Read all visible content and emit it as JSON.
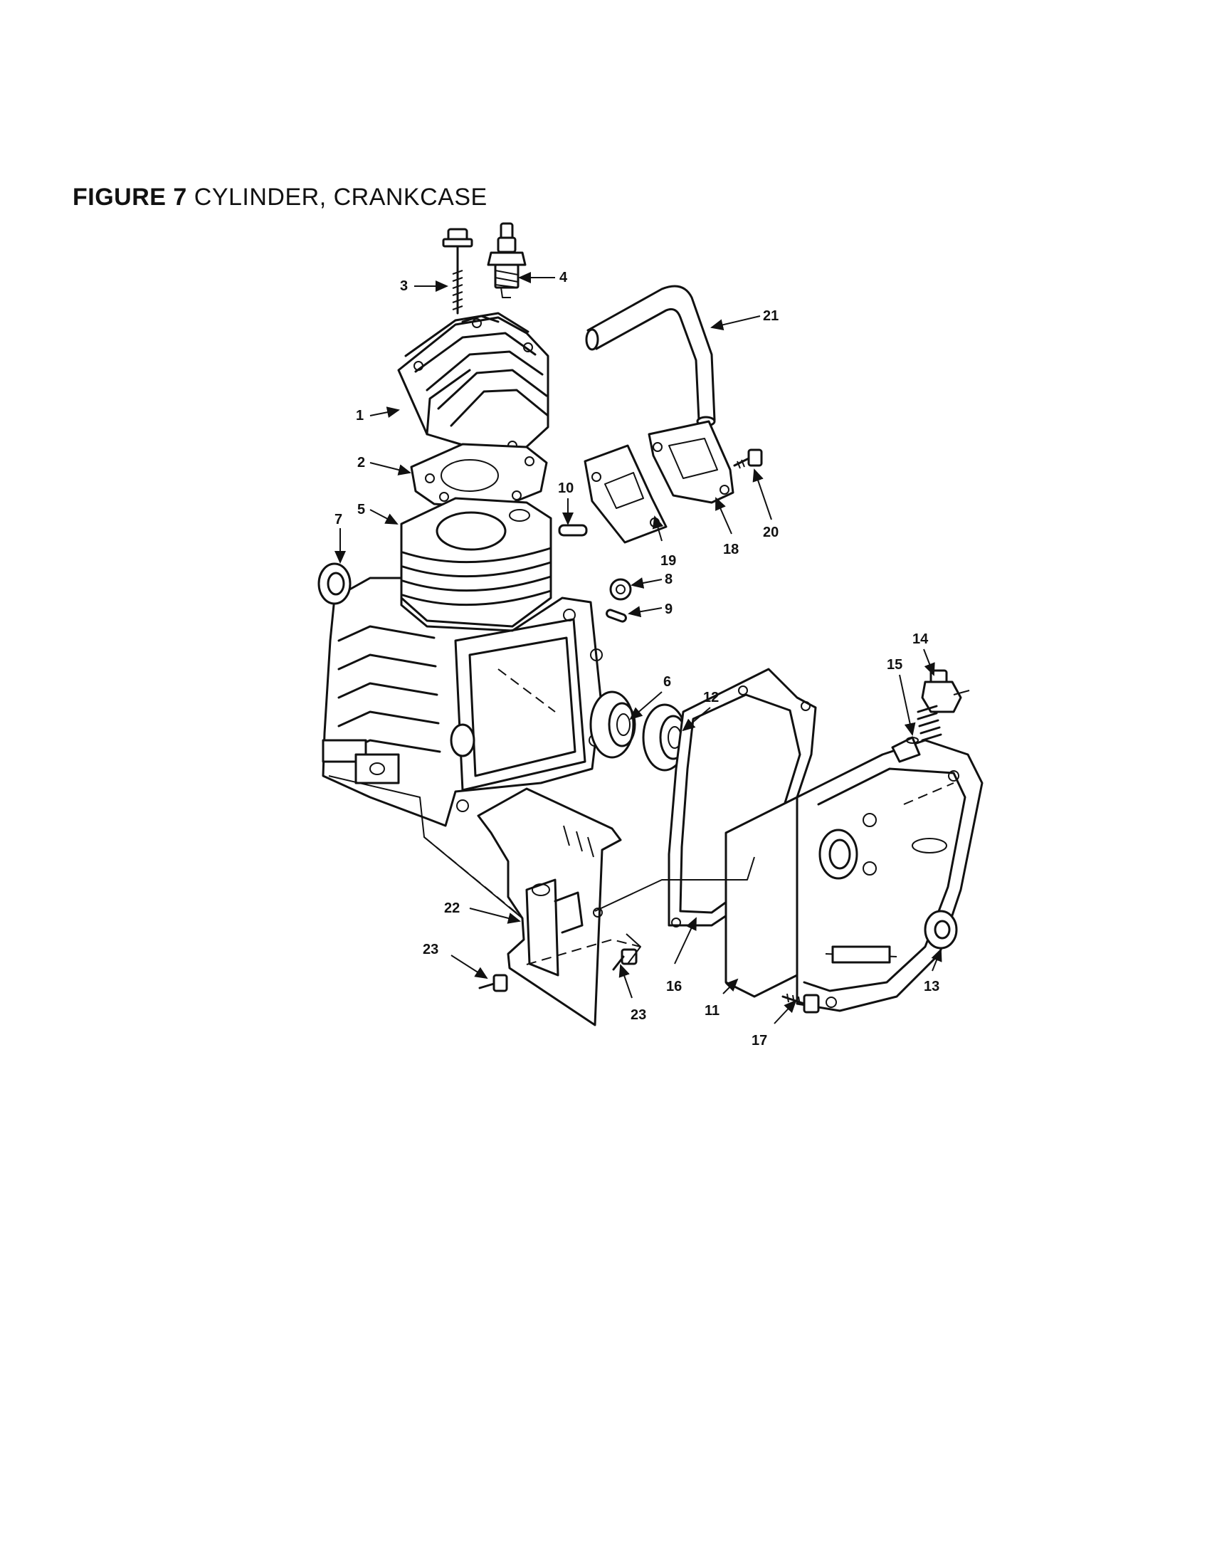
{
  "figure": {
    "label": "FIGURE 7",
    "name": "CYLINDER, CRANKCASE"
  },
  "callouts": [
    "1",
    "2",
    "3",
    "4",
    "5",
    "6",
    "7",
    "8",
    "9",
    "10",
    "11",
    "12",
    "13",
    "14",
    "15",
    "16",
    "17",
    "18",
    "19",
    "20",
    "21",
    "22",
    "23",
    "23"
  ]
}
